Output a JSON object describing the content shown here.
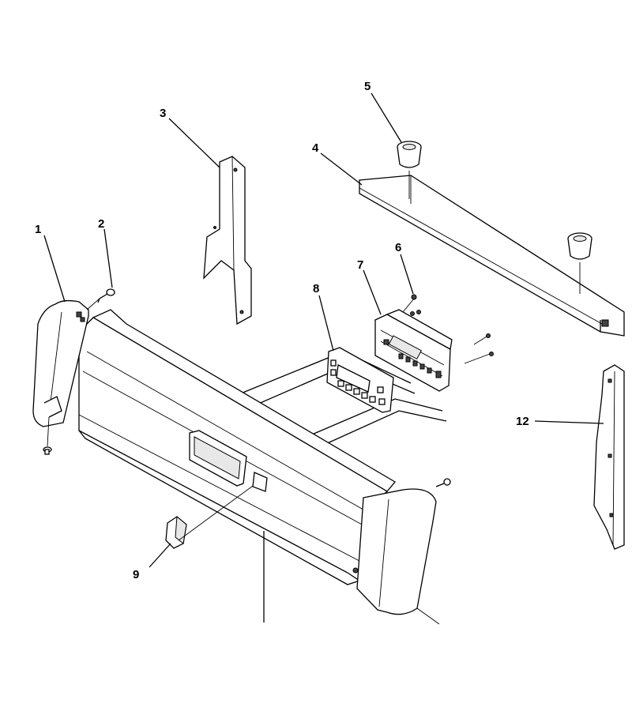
{
  "diagram": {
    "callouts": [
      {
        "id": "1",
        "label": "1"
      },
      {
        "id": "2",
        "label": "2"
      },
      {
        "id": "3",
        "label": "3"
      },
      {
        "id": "4",
        "label": "4"
      },
      {
        "id": "5",
        "label": "5"
      },
      {
        "id": "6",
        "label": "6"
      },
      {
        "id": "7",
        "label": "7"
      },
      {
        "id": "8",
        "label": "8"
      },
      {
        "id": "9",
        "label": "9"
      },
      {
        "id": "12",
        "label": "12"
      }
    ]
  },
  "colors": {
    "ink": "#000000",
    "paper": "#ffffff"
  }
}
